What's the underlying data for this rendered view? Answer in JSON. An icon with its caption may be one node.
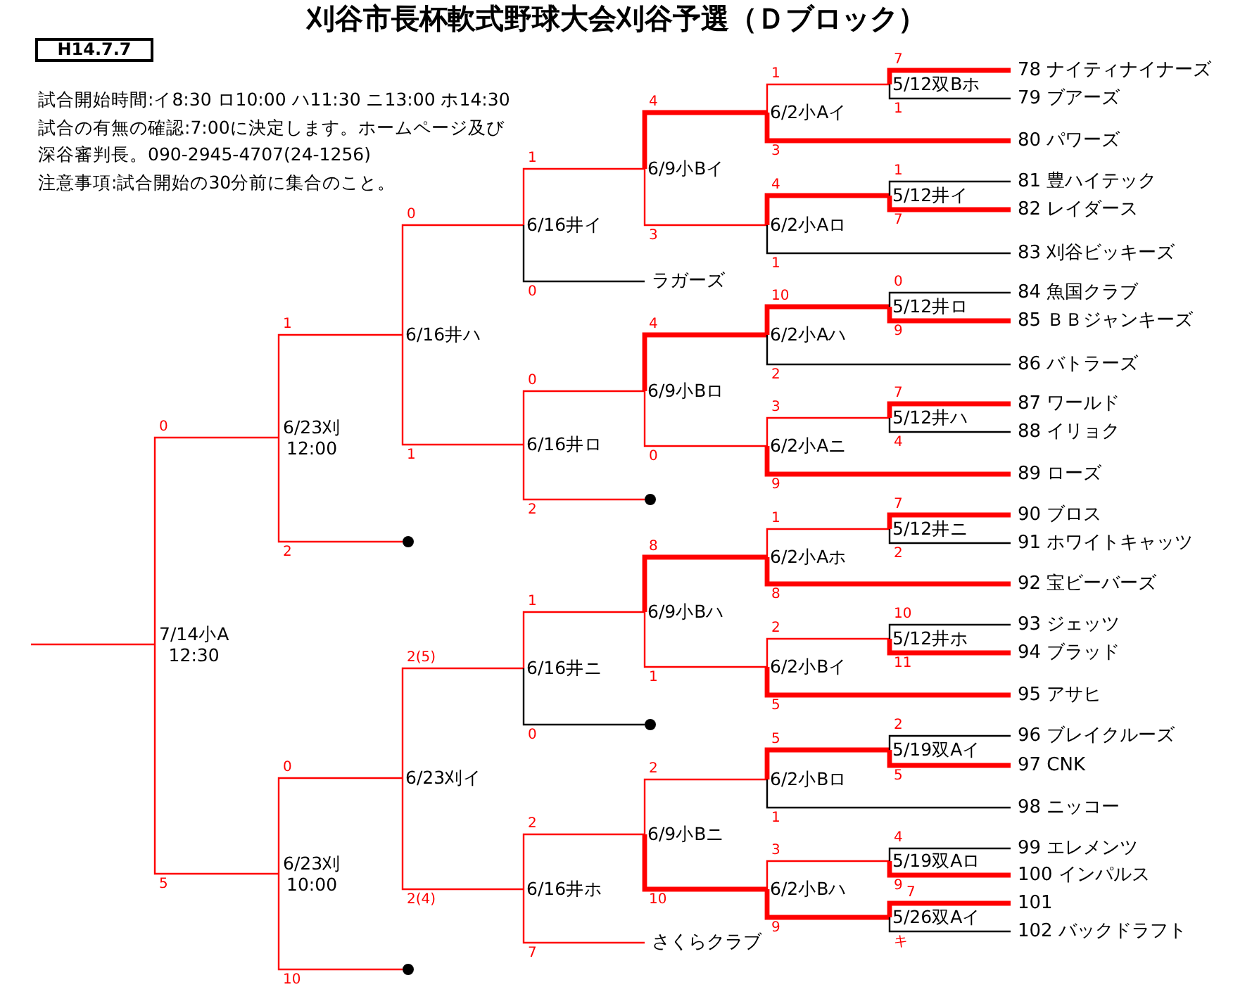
{
  "diagram": {
    "title": "刈谷市長杯軟式野球大会刈谷予選（Ｄブロック）",
    "nodes": [
      {
        "text": [
          "H14.7.7"
        ]
      },
      {
        "text": [
          "7/14小A 12:30"
        ]
      },
      {
        "text": [
          "6/23刈 12:00"
        ]
      },
      {
        "text": [
          "6/23刈 10:00"
        ]
      },
      {
        "text": [
          "6/16井ハ"
        ]
      },
      {
        "text": [],
        "shape": "point"
      },
      {
        "text": [
          "6/23刈イ"
        ]
      },
      {
        "text": [],
        "shape": "point"
      },
      {
        "text": [
          "6/16井イ"
        ]
      },
      {
        "text": [
          "6/16井ロ"
        ]
      },
      {
        "text": [
          "6/16井ニ"
        ]
      },
      {
        "text": [
          "6/16井ホ"
        ]
      },
      {
        "text": [
          "6/9小Bイ"
        ]
      },
      {
        "text": [
          "ラガーズ"
        ]
      },
      {
        "text": [
          "6/9小Bロ"
        ]
      },
      {
        "text": [],
        "shape": "point"
      },
      {
        "text": [
          "6/9小Bハ"
        ]
      },
      {
        "text": [],
        "shape": "point"
      },
      {
        "text": [
          "6/9小Bニ"
        ]
      },
      {
        "text": [
          "さくらクラブ"
        ]
      },
      {
        "text": [
          "6/2小Aイ"
        ]
      },
      {
        "text": [
          "6/2小Aロ"
        ]
      },
      {
        "text": [
          "6/2小Aハ"
        ]
      },
      {
        "text": [
          "6/2小Aニ"
        ]
      },
      {
        "text": [
          "6/2小Aホ"
        ]
      },
      {
        "text": [
          "6/2小Bイ"
        ]
      },
      {
        "text": [
          "6/2小Bロ"
        ]
      },
      {
        "text": [
          "6/2小Bハ"
        ]
      },
      {
        "text": [
          "5/12双Bホ"
        ]
      },
      {
        "text": [
          "5/12井イ"
        ]
      },
      {
        "text": [
          "5/12井ロ"
        ]
      },
      {
        "text": [
          "5/12井ハ"
        ]
      },
      {
        "text": [
          "5/12井ニ"
        ]
      },
      {
        "text": [
          "5/12井ホ"
        ]
      },
      {
        "text": [
          "5/19双Aイ"
        ]
      },
      {
        "text": [
          "5/19双Aロ"
        ]
      },
      {
        "text": [
          "5/26双Aイ"
        ]
      },
      {
        "text": [
          "78 ナイティナイナーズ"
        ]
      },
      {
        "text": [
          "79 ブアーズ"
        ]
      },
      {
        "text": [
          "80 パワーズ"
        ]
      },
      {
        "text": [
          "81 豊ハイテック"
        ]
      },
      {
        "text": [
          "82 レイダース"
        ]
      },
      {
        "text": [
          "83 刈谷ビッキーズ"
        ]
      },
      {
        "text": [
          "84 魚国クラブ"
        ]
      },
      {
        "text": [
          "85 ＢＢジャンキーズ"
        ]
      },
      {
        "text": [
          "86 バトラーズ"
        ]
      },
      {
        "text": [
          "87 ワールド"
        ]
      },
      {
        "text": [
          "88 イリョク"
        ]
      },
      {
        "text": [
          "89 ローズ"
        ]
      },
      {
        "text": [
          "90 ブロス"
        ]
      },
      {
        "text": [
          "91 ホワイトキャッツ"
        ]
      },
      {
        "text": [
          "92 宝ビーバーズ"
        ]
      },
      {
        "text": [
          "93 ジェッツ"
        ]
      },
      {
        "text": [
          "94 ブラッド"
        ]
      },
      {
        "text": [
          "95 アサヒ"
        ]
      },
      {
        "text": [
          "96 ブレイクルーズ"
        ]
      },
      {
        "text": [
          "97 CNK"
        ]
      },
      {
        "text": [
          "98 ニッコー"
        ]
      },
      {
        "text": [
          "99 エレメンツ"
        ]
      },
      {
        "text": [
          "100 インパルス"
        ]
      },
      {
        "text": [
          "101"
        ]
      },
      {
        "text": [
          "102 バックドラフト"
        ]
      }
    ],
    "edges": [
      {
        "from": 1,
        "to": null,
        "arrow": "none"
      },
      {
        "from": 2,
        "to": 1,
        "arrow": "none",
        "label": "0"
      },
      {
        "from": 3,
        "to": 1,
        "arrow": "none",
        "label": "5"
      },
      {
        "from": 4,
        "to": 2,
        "arrow": "none",
        "label": "1"
      },
      {
        "from": 5,
        "to": 2,
        "arrow": "none",
        "label": "2"
      },
      {
        "from": 6,
        "to": 3,
        "arrow": "none",
        "label": "0"
      },
      {
        "from": 7,
        "to": 3,
        "arrow": "none",
        "label": "10"
      },
      {
        "from": 8,
        "to": 4,
        "arrow": "none",
        "label": "0"
      },
      {
        "from": 9,
        "to": 4,
        "arrow": "none",
        "label": "1"
      },
      {
        "from": 10,
        "to": 6,
        "arrow": "none",
        "label": "2(5)"
      },
      {
        "from": 11,
        "to": 6,
        "arrow": "none",
        "label": "2(4)"
      },
      {
        "from": 12,
        "to": 8,
        "arrow": "none",
        "label": "1"
      },
      {
        "from": 13,
        "to": 8,
        "arrow": "none",
        "label": "0",
        "color": "#000000"
      },
      {
        "from": 14,
        "to": 9,
        "arrow": "none",
        "label": "0"
      },
      {
        "from": 15,
        "to": 9,
        "arrow": "none",
        "label": "2"
      },
      {
        "from": 16,
        "to": 10,
        "arrow": "none",
        "label": "1"
      },
      {
        "from": 17,
        "to": 10,
        "arrow": "none",
        "label": "0",
        "color": "#000000"
      },
      {
        "from": 18,
        "to": 11,
        "arrow": "none",
        "label": "2"
      },
      {
        "from": 19,
        "to": 11,
        "arrow": "none",
        "label": "7"
      },
      {
        "from": 20,
        "to": 12,
        "arrow": "none",
        "label": "4",
        "style": "thick"
      },
      {
        "from": 21,
        "to": 12,
        "arrow": "none",
        "label": "3"
      },
      {
        "from": 22,
        "to": 14,
        "arrow": "none",
        "label": "4",
        "style": "thick"
      },
      {
        "from": 23,
        "to": 14,
        "arrow": "none",
        "label": "0"
      },
      {
        "from": 24,
        "to": 16,
        "arrow": "none",
        "label": "8",
        "style": "thick"
      },
      {
        "from": 25,
        "to": 16,
        "arrow": "none",
        "label": "1"
      },
      {
        "from": 26,
        "to": 18,
        "arrow": "none",
        "label": "2"
      },
      {
        "from": 27,
        "to": 18,
        "arrow": "none",
        "label": "10",
        "style": "thick"
      },
      {
        "from": 28,
        "to": 20,
        "arrow": "none",
        "label": "1"
      },
      {
        "from": 39,
        "to": 20,
        "arrow": "none",
        "label": "3",
        "style": "thick"
      },
      {
        "from": 29,
        "to": 21,
        "arrow": "none",
        "label": "4",
        "style": "thick"
      },
      {
        "from": 42,
        "to": 21,
        "arrow": "none",
        "label": "1",
        "color": "#000000"
      },
      {
        "from": 30,
        "to": 22,
        "arrow": "none",
        "label": "10",
        "style": "thick"
      },
      {
        "from": 45,
        "to": 22,
        "arrow": "none",
        "label": "2",
        "color": "#000000"
      },
      {
        "from": 31,
        "to": 23,
        "arrow": "none",
        "label": "3"
      },
      {
        "from": 48,
        "to": 23,
        "arrow": "none",
        "label": "9",
        "style": "thick"
      },
      {
        "from": 32,
        "to": 24,
        "arrow": "none",
        "label": "1"
      },
      {
        "from": 51,
        "to": 24,
        "arrow": "none",
        "label": "8",
        "style": "thick"
      },
      {
        "from": 33,
        "to": 25,
        "arrow": "none",
        "label": "2"
      },
      {
        "from": 54,
        "to": 25,
        "arrow": "none",
        "label": "5",
        "style": "thick"
      },
      {
        "from": 34,
        "to": 26,
        "arrow": "none",
        "label": "5",
        "style": "thick"
      },
      {
        "from": 57,
        "to": 26,
        "arrow": "none",
        "label": "1",
        "color": "#000000"
      },
      {
        "from": 35,
        "to": 27,
        "arrow": "none",
        "label": "3"
      },
      {
        "from": 36,
        "to": 27,
        "arrow": "none",
        "label": "9",
        "style": "thick"
      },
      {
        "from": 37,
        "to": 28,
        "arrow": "none",
        "label": "7",
        "style": "thick"
      },
      {
        "from": 38,
        "to": 28,
        "arrow": "none",
        "label": "1",
        "color": "#000000"
      },
      {
        "from": 40,
        "to": 29,
        "arrow": "none",
        "label": "1",
        "color": "#000000"
      },
      {
        "from": 41,
        "to": 29,
        "arrow": "none",
        "label": "7",
        "style": "thick"
      },
      {
        "from": 43,
        "to": 30,
        "arrow": "none",
        "label": "0",
        "color": "#000000"
      },
      {
        "from": 44,
        "to": 30,
        "arrow": "none",
        "label": "9",
        "style": "thick"
      },
      {
        "from": 46,
        "to": 31,
        "arrow": "none",
        "label": "7",
        "style": "thick"
      },
      {
        "from": 47,
        "to": 31,
        "arrow": "none",
        "label": "4",
        "color": "#000000"
      },
      {
        "from": 49,
        "to": 32,
        "arrow": "none",
        "label": "7",
        "style": "thick"
      },
      {
        "from": 50,
        "to": 32,
        "arrow": "none",
        "label": "2",
        "color": "#000000"
      },
      {
        "from": 52,
        "to": 33,
        "arrow": "none",
        "label": "10",
        "color": "#000000"
      },
      {
        "from": 53,
        "to": 33,
        "arrow": "none",
        "label": "11",
        "style": "thick"
      },
      {
        "from": 55,
        "to": 34,
        "arrow": "none",
        "label": "2",
        "color": "#000000"
      },
      {
        "from": 56,
        "to": 34,
        "arrow": "none",
        "label": "5",
        "style": "thick"
      },
      {
        "from": 58,
        "to": 35,
        "arrow": "none",
        "label": "4",
        "color": "#000000"
      },
      {
        "from": 59,
        "to": 35,
        "arrow": "none",
        "label": "9",
        "style": "thick"
      },
      {
        "from": 60,
        "to": 36,
        "arrow": "none",
        "label": "7",
        "style": "thick"
      },
      {
        "from": 61,
        "to": 36,
        "arrow": "none",
        "label": "キ",
        "color": "#000000"
      }
    ],
    "labels": [
      "試合開始時間:イ8:30 ロ10:00 ハ11:30 ニ13:00 ホ14:30",
      "試合の有無の確認:7:00に決定します。ホームページ及び深谷審判長。090-2945-4707(24-1256)",
      "注意事項:試合開始の30分前に集合のこと。"
    ]
  }
}
